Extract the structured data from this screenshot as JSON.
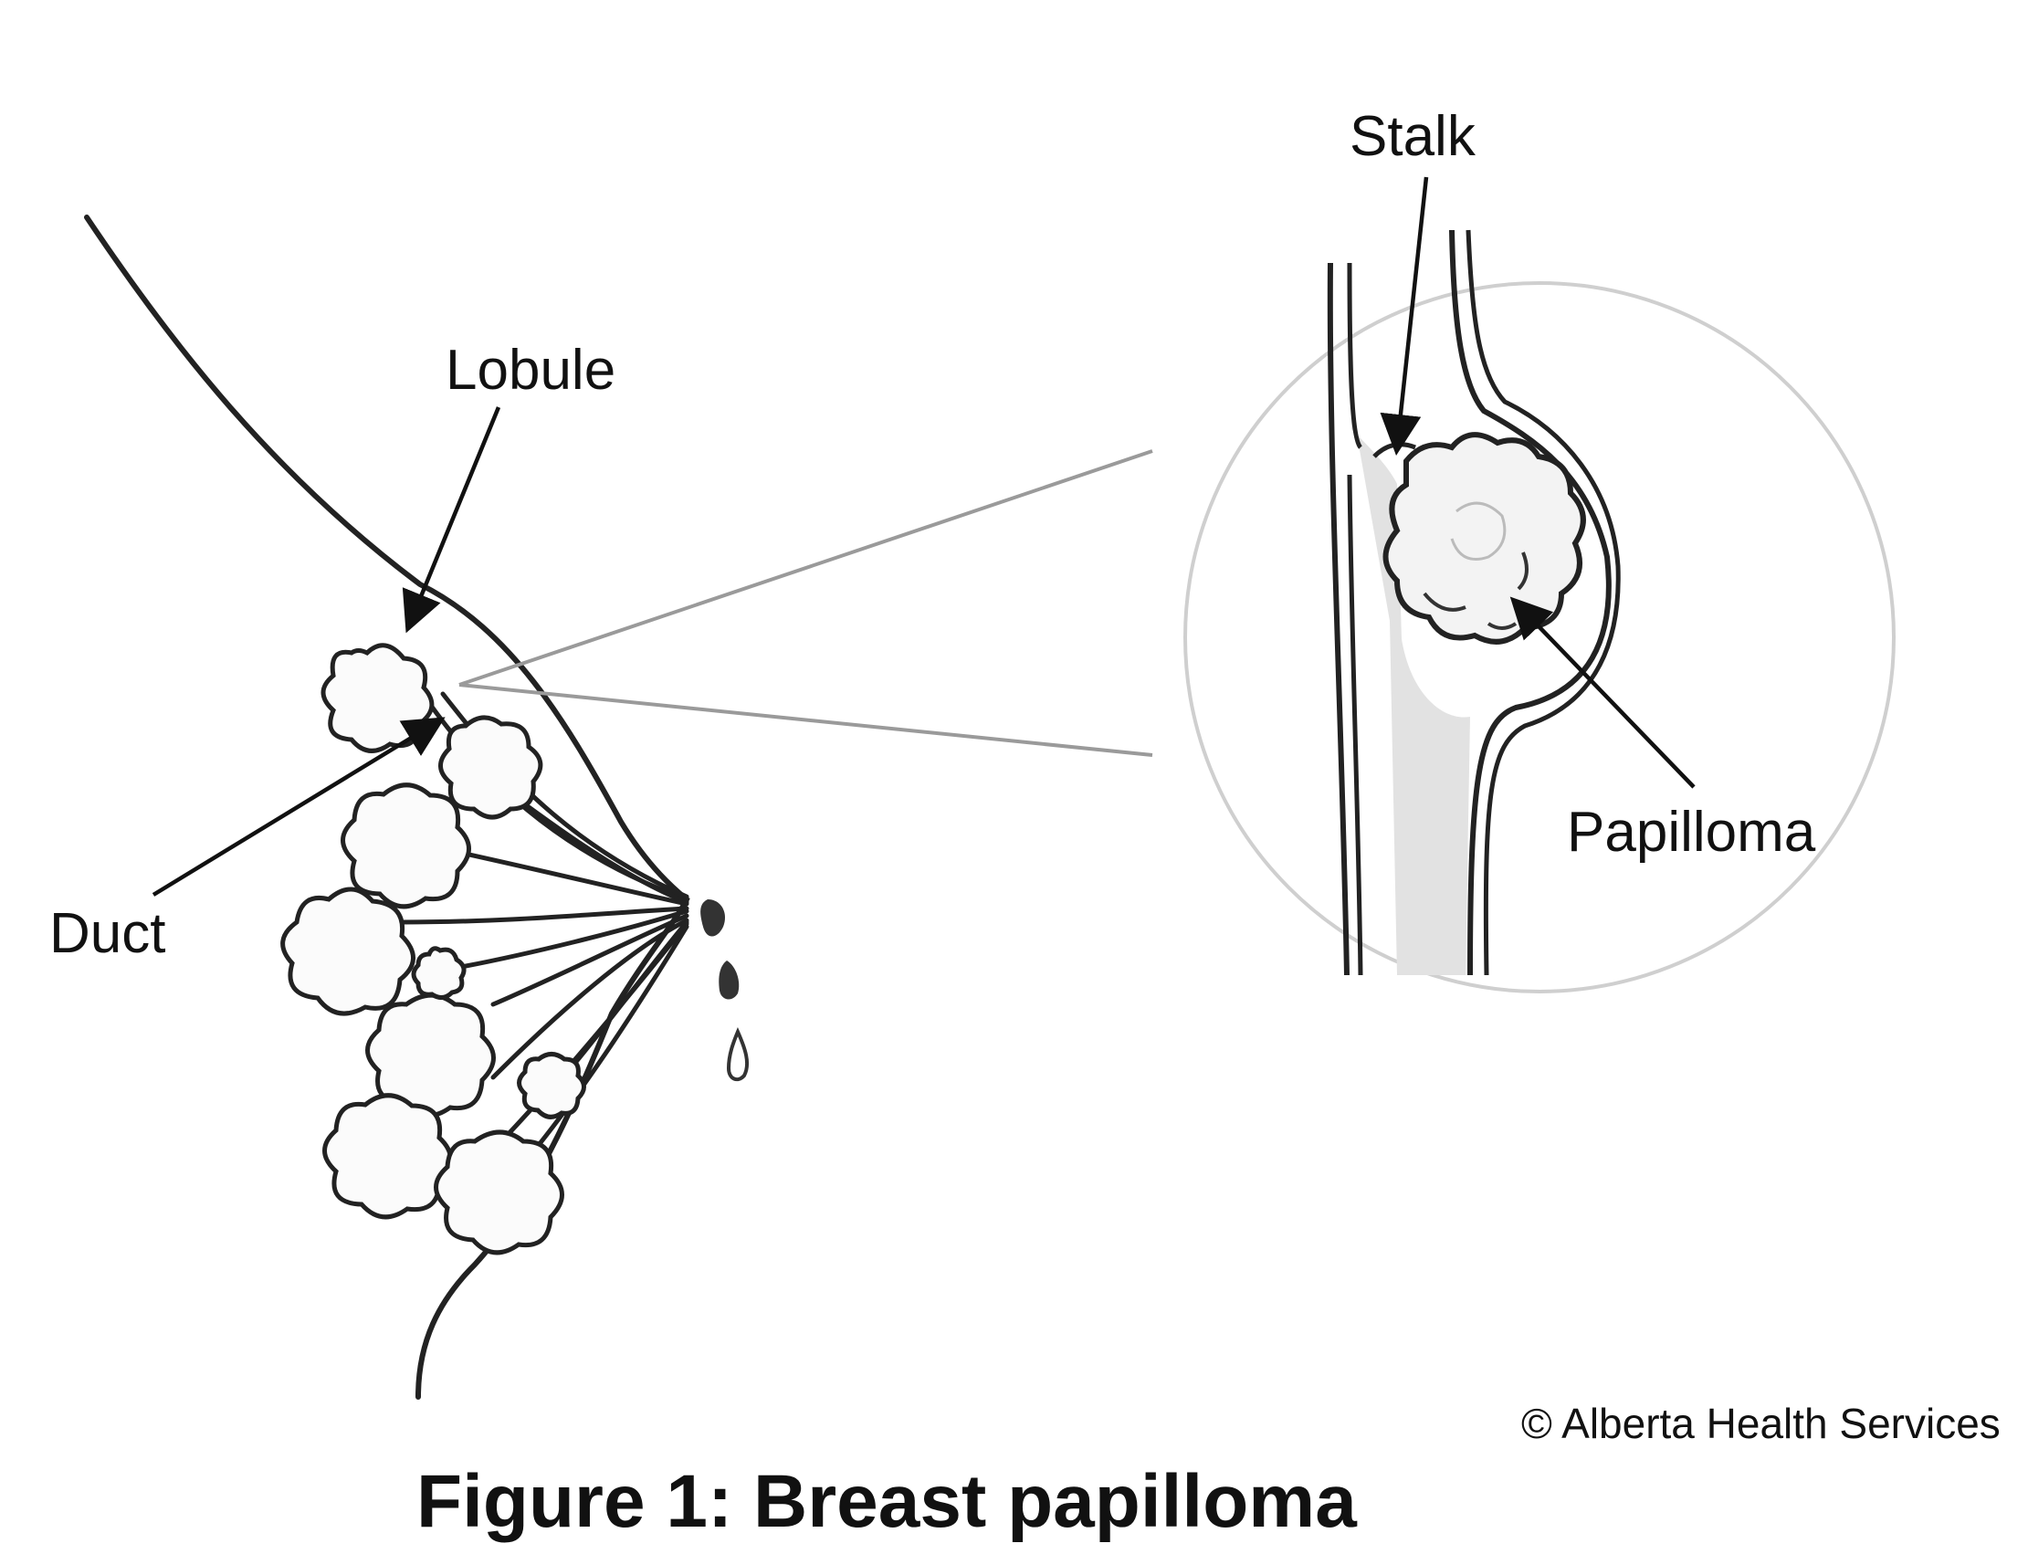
{
  "labels": {
    "stalk": "Stalk",
    "lobule": "Lobule",
    "duct": "Duct",
    "papilloma": "Papilloma"
  },
  "copyright": "© Alberta Health Services",
  "caption": "Figure 1: Breast papilloma",
  "colors": {
    "ink": "#222222",
    "zoom_lines": "#9a9a9a",
    "circle": "#d0d0d0",
    "duct_fill": "#e2e2e2"
  }
}
